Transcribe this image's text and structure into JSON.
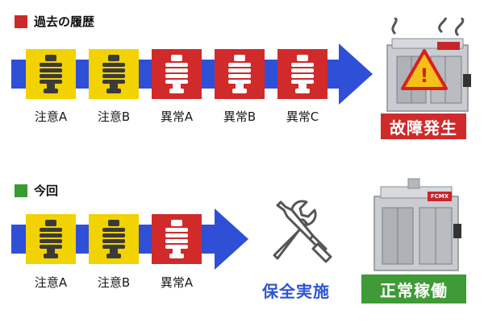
{
  "colors": {
    "past_marker": "#cc2a2a",
    "now_marker": "#3a9a34",
    "band": "#2f4fd6",
    "caution_tile": "#f2d200",
    "abnormal_tile": "#d02a2a",
    "caution_icon": "#3a3a3a",
    "abnormal_icon": "#ffffff",
    "failure_badge": "#d02a2a",
    "normal_badge": "#3e9b35",
    "maintenance_text": "#2f55d4",
    "warning_sign": "#f3c11a"
  },
  "past": {
    "title": "過去の履歴",
    "tiles": [
      {
        "type": "caution",
        "label": "注意A"
      },
      {
        "type": "caution",
        "label": "注意B"
      },
      {
        "type": "abnormal",
        "label": "異常A"
      },
      {
        "type": "abnormal",
        "label": "異常B"
      },
      {
        "type": "abnormal",
        "label": "異常C"
      }
    ],
    "result_badge": "故障発生",
    "warning_mark": "!"
  },
  "now": {
    "title": "今回",
    "tiles": [
      {
        "type": "caution",
        "label": "注意A"
      },
      {
        "type": "caution",
        "label": "注意B"
      },
      {
        "type": "abnormal",
        "label": "異常A"
      }
    ],
    "maintenance_label": "保全実施",
    "result_badge": "正常稼働",
    "machine_logo": "FCMX"
  }
}
